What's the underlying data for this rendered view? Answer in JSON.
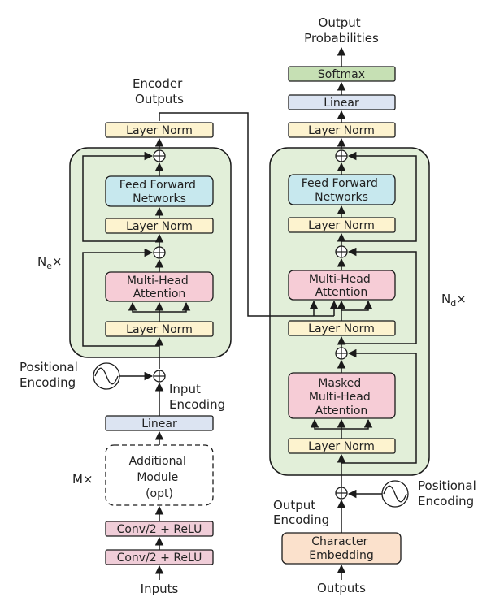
{
  "colors": {
    "layer_norm": "#fdf3cf",
    "linear": "#dce4f2",
    "softmax": "#c6e0b4",
    "attention": "#f6ccd6",
    "feed_forward": "#c7e8ee",
    "conv": "#f0cdd8",
    "embedding": "#fbe1cc",
    "block": "#e2efd9"
  },
  "encoder": {
    "encoder_outputs": [
      "Encoder",
      "Outputs"
    ],
    "layer_norm_top": "Layer Norm",
    "feed_forward": [
      "Feed Forward",
      "Networks"
    ],
    "layer_norm_mid": "Layer Norm",
    "attention": [
      "Multi-Head",
      "Attention"
    ],
    "layer_norm_bottom": "Layer Norm",
    "repeat": {
      "base": "N",
      "sub": "e",
      "suffix": "×"
    },
    "positional_encoding": [
      "Positional",
      "Encoding"
    ],
    "input_encoding": [
      "Input",
      "Encoding"
    ],
    "linear": "Linear",
    "additional_module": [
      "Additional",
      "Module",
      "(opt)"
    ],
    "module_repeat": "M×",
    "conv_top": "Conv/2 + ReLU",
    "conv_bottom": "Conv/2 + ReLU",
    "inputs": "Inputs"
  },
  "decoder": {
    "output_probabilities": [
      "Output",
      "Probabilities"
    ],
    "softmax": "Softmax",
    "linear": "Linear",
    "layer_norm_top": "Layer Norm",
    "feed_forward": [
      "Feed Forward",
      "Networks"
    ],
    "layer_norm_ff": "Layer Norm",
    "cross_attention": [
      "Multi-Head",
      "Attention"
    ],
    "layer_norm_cross": "Layer Norm",
    "masked_attention": [
      "Masked",
      "Multi-Head",
      "Attention"
    ],
    "layer_norm_bottom": "Layer Norm",
    "repeat": {
      "base": "N",
      "sub": "d",
      "suffix": "×"
    },
    "positional_encoding": [
      "Positional",
      "Encoding"
    ],
    "output_encoding": [
      "Output",
      "Encoding"
    ],
    "embedding": [
      "Character",
      "Embedding"
    ],
    "outputs": "Outputs"
  }
}
